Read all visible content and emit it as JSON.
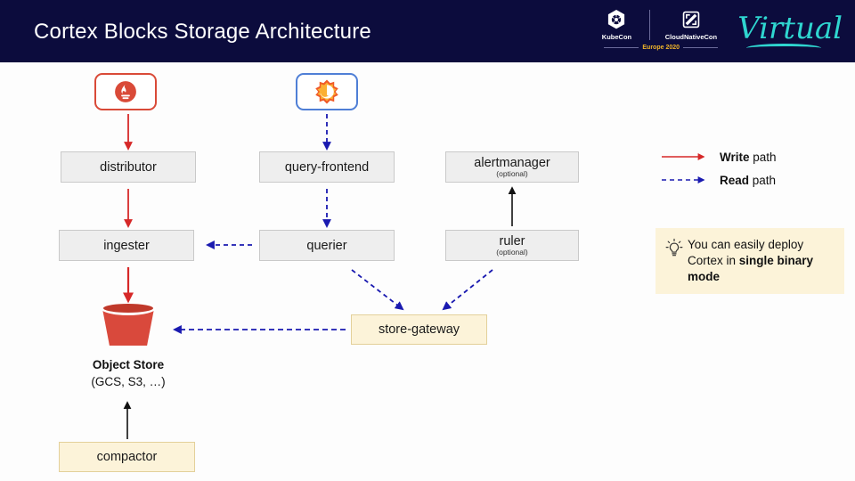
{
  "header": {
    "title": "Cortex Blocks Storage Architecture",
    "background_color": "#0c0c3d",
    "logos": {
      "kubecon_label": "KubeCon",
      "cloudnativecon_label": "CloudNativeCon",
      "edition": "Europe 2020",
      "virtual_label": "Virtual",
      "virtual_color": "#2fd6d0",
      "kubecon_icon": "kubernetes-helm-icon",
      "cloudnativecon_icon": "cncf-square-icon"
    }
  },
  "diagram": {
    "sources": [
      {
        "id": "prometheus",
        "icon": "prometheus-icon",
        "border_color": "#d94a38"
      },
      {
        "id": "grafana",
        "icon": "grafana-icon",
        "border_color": "#4f7fd6"
      }
    ],
    "nodes": [
      {
        "id": "distributor",
        "label": "distributor",
        "sub": "",
        "style": "gray"
      },
      {
        "id": "query-frontend",
        "label": "query-frontend",
        "sub": "",
        "style": "gray"
      },
      {
        "id": "alertmanager",
        "label": "alertmanager",
        "sub": "(optional)",
        "style": "gray"
      },
      {
        "id": "ingester",
        "label": "ingester",
        "sub": "",
        "style": "gray"
      },
      {
        "id": "querier",
        "label": "querier",
        "sub": "",
        "style": "gray"
      },
      {
        "id": "ruler",
        "label": "ruler",
        "sub": "(optional)",
        "style": "gray"
      },
      {
        "id": "store-gateway",
        "label": "store-gateway",
        "sub": "",
        "style": "cream"
      },
      {
        "id": "compactor",
        "label": "compactor",
        "sub": "",
        "style": "cream"
      }
    ],
    "object_store": {
      "icon": "bucket-icon",
      "label": "Object Store",
      "sublabel": "(GCS, S3, …)",
      "color": "#d9493c"
    }
  },
  "legend": {
    "items": [
      {
        "id": "write",
        "strong": "Write",
        "rest": " path",
        "style": "solid",
        "color": "#d62828"
      },
      {
        "id": "read",
        "strong": "Read",
        "rest": " path",
        "style": "dashed",
        "color": "#1a1ab0"
      }
    ]
  },
  "tip": {
    "icon": "lightbulb-icon",
    "text_before": "You can easily deploy Cortex in ",
    "text_strong": "single binary mode",
    "background_color": "#fcf3d9"
  }
}
